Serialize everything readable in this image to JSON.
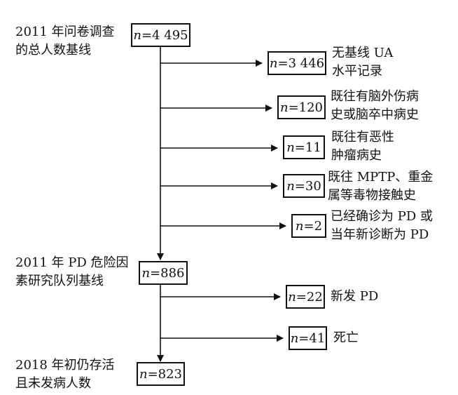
{
  "colors": {
    "line": "#111111",
    "box_border": "#111111",
    "background": "#ffffff"
  },
  "main": [
    {
      "label": "2011 年问卷调查\n的总人数基线",
      "n_var": "n",
      "n_value": "=4 495"
    },
    {
      "label": "2011 年 PD 危险因\n素研究队列基线",
      "n_var": "n",
      "n_value": "=886"
    },
    {
      "label": "2018 年初仍存活\n且未发病人数",
      "n_var": "n",
      "n_value": "=823"
    }
  ],
  "exclusions": [
    {
      "n_var": "n",
      "n_value": "=3 446",
      "note": "无基线 UA\n水平记录"
    },
    {
      "n_var": "n",
      "n_value": "=120",
      "note": "既往有脑外伤病\n史或脑卒中病史"
    },
    {
      "n_var": "n",
      "n_value": "=11",
      "note": "既往有恶性\n肿瘤病史"
    },
    {
      "n_var": "n",
      "n_value": "=30",
      "note": "既往 MPTP、重金\n属等毒物接触史"
    },
    {
      "n_var": "n",
      "n_value": "=2",
      "note": "已经确诊为 PD 或\n当年新诊断为 PD"
    },
    {
      "n_var": "n",
      "n_value": "=22",
      "note": "新发 PD"
    },
    {
      "n_var": "n",
      "n_value": "=41",
      "note": "死亡"
    }
  ]
}
